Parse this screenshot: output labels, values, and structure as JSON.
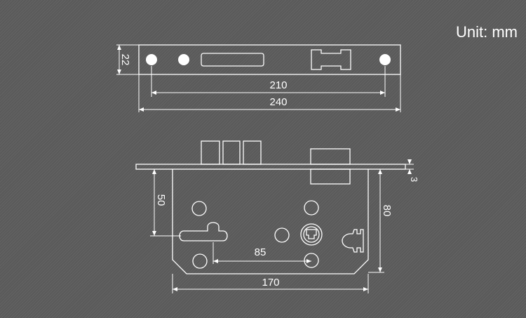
{
  "unit_label": "Unit: mm",
  "dimensions": {
    "faceplate_width": "22",
    "hole_spacing": "210",
    "faceplate_length": "240",
    "plate_thickness": "3",
    "latch_offset": "50",
    "body_height": "80",
    "backset": "85",
    "body_length": "170"
  },
  "colors": {
    "background": "#5a5a5a",
    "line": "#ffffff"
  }
}
